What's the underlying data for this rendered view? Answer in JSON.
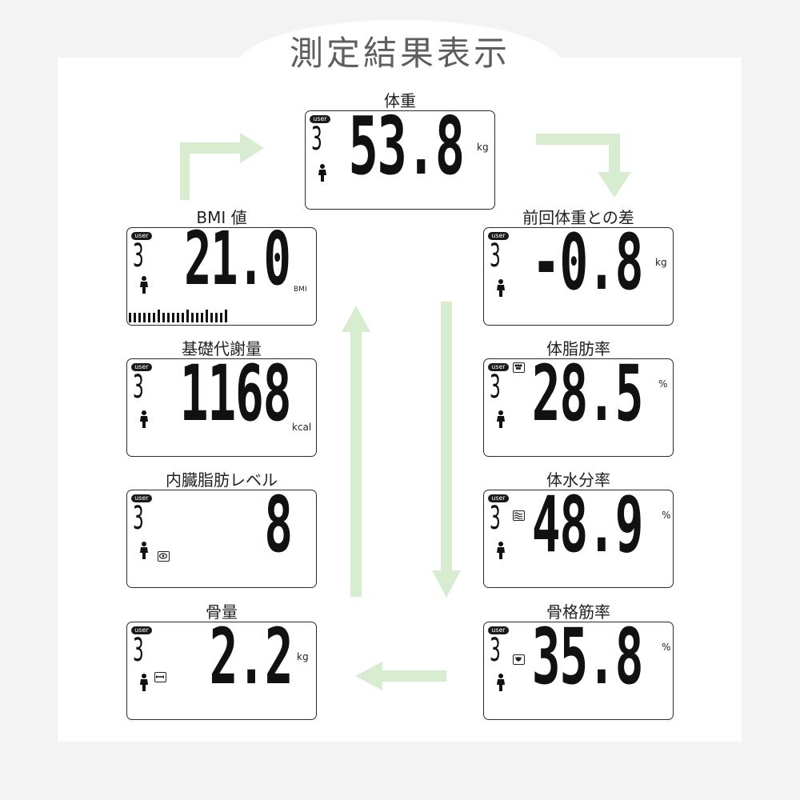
{
  "page": {
    "title": "測定結果表示"
  },
  "colors": {
    "arrow": "#d8ecd0",
    "background": "#f3f3f3",
    "panel": "#ffffff",
    "lcd_border": "#2a2a2a"
  },
  "cards": {
    "weight": {
      "label": "体重",
      "badge": "user",
      "user": "3",
      "value": "53.8",
      "unit": "kg"
    },
    "diff": {
      "label": "前回体重との差",
      "badge": "user",
      "user": "3",
      "value": "-0.8",
      "unit": "kg"
    },
    "bodyfat": {
      "label": "体脂肪率",
      "badge": "user",
      "user": "3",
      "value": "28.5",
      "unit": "%"
    },
    "water": {
      "label": "体水分率",
      "badge": "user",
      "user": "3",
      "value": "48.9",
      "unit": "%"
    },
    "muscle": {
      "label": "骨格筋率",
      "badge": "user",
      "user": "3",
      "value": "35.8",
      "unit": "%"
    },
    "bone": {
      "label": "骨量",
      "badge": "user",
      "user": "3",
      "value": "2.2",
      "unit": "kg"
    },
    "visceral": {
      "label": "内臓脂肪レベル",
      "badge": "user",
      "user": "3",
      "value": "8",
      "unit": ""
    },
    "bmr": {
      "label": "基礎代謝量",
      "badge": "user",
      "user": "3",
      "value": "1168",
      "unit": "kcal"
    },
    "bmi": {
      "label": "BMI 値",
      "badge": "user",
      "user": "3",
      "value": "21.0",
      "unit": "BMI"
    }
  },
  "icons": {
    "person": "person-icon",
    "bodyfat": "fat-cells-icon",
    "water": "water-waves-icon",
    "muscle": "muscle-icon",
    "bone": "bone-icon",
    "visceral": "visceral-fat-icon"
  }
}
